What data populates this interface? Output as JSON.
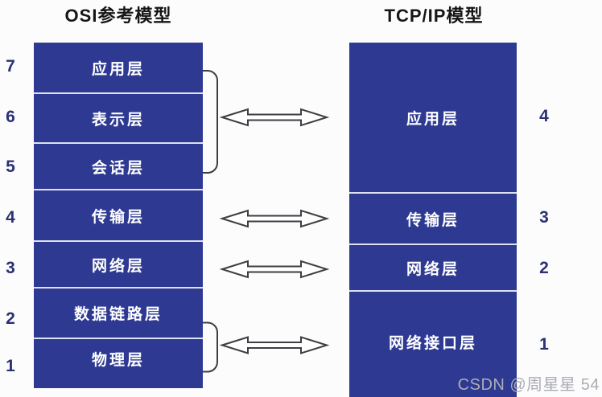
{
  "titles": {
    "osi": "OSI参考模型",
    "tcpip": "TCP/IP模型"
  },
  "osi_model": {
    "layers": [
      {
        "number": "7",
        "label": "应用层"
      },
      {
        "number": "6",
        "label": "表示层"
      },
      {
        "number": "5",
        "label": "会话层"
      },
      {
        "number": "4",
        "label": "传输层"
      },
      {
        "number": "3",
        "label": "网络层"
      },
      {
        "number": "2",
        "label": "数据链路层"
      },
      {
        "number": "1",
        "label": "物理层"
      }
    ]
  },
  "tcpip_model": {
    "layers": [
      {
        "number": "4",
        "label": "应用层",
        "osi_span": 3
      },
      {
        "number": "3",
        "label": "传输层",
        "osi_span": 1
      },
      {
        "number": "2",
        "label": "网络层",
        "osi_span": 1
      },
      {
        "number": "1",
        "label": "网络接口层",
        "osi_span": 2
      }
    ]
  },
  "mappings": [
    {
      "osi_layers": "7-5",
      "tcpip_layer": "4",
      "grouped": true
    },
    {
      "osi_layers": "4",
      "tcpip_layer": "3",
      "grouped": false
    },
    {
      "osi_layers": "3",
      "tcpip_layer": "2",
      "grouped": false
    },
    {
      "osi_layers": "2-1",
      "tcpip_layer": "1",
      "grouped": true
    }
  ],
  "watermark": "CSDN @周星星 54",
  "colors": {
    "background": "#fcfcfd",
    "layer_fill": "#2e3a92",
    "layer_text": "#ffffff",
    "divider": "#dde1ef",
    "title_text": "#161616",
    "number_text": "#2a3174",
    "arrow_fill": "#ffffff",
    "arrow_outline": "#3e3e42",
    "bracket": "#3e3e42",
    "watermark": "#abadb6"
  }
}
